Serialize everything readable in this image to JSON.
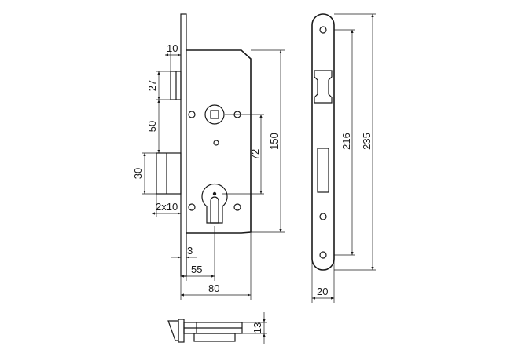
{
  "diagram": {
    "dimensions": {
      "d10": "10",
      "d27": "27",
      "d50": "50",
      "d30": "30",
      "d2x10": "2x10",
      "d3": "3",
      "d55": "55",
      "d80": "80",
      "d72": "72",
      "d150": "150",
      "d216": "216",
      "d235": "235",
      "d20": "20",
      "d13": "13"
    }
  }
}
